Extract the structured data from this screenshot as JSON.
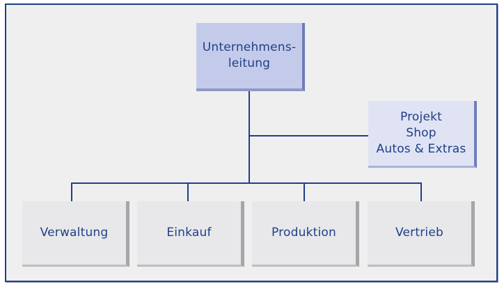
{
  "org_chart": {
    "top": {
      "label": "Unternehmens-\nleitung"
    },
    "staff": {
      "label": "Projekt\nShop\nAutos & Extras"
    },
    "departments": [
      {
        "label": "Verwaltung"
      },
      {
        "label": "Einkauf"
      },
      {
        "label": "Produktion"
      },
      {
        "label": "Vertrieb"
      }
    ]
  },
  "colors": {
    "frame_border": "#1f3f86",
    "connector": "#1f3f86",
    "text": "#1f3f86",
    "top_fill": "#c4cbea",
    "staff_fill": "#dfe3f4",
    "department_fill": "#e8e8ea"
  }
}
